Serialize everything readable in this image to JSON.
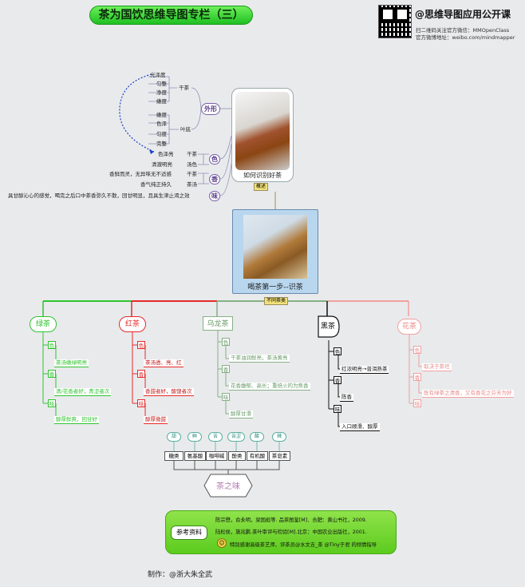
{
  "header": {
    "title": "茶为国饮思维导图专栏（三）",
    "brand": "@思维导图应用公开课",
    "brand_line1": "扫二维码关注官方微信：MMOpenClass",
    "brand_line2": "官方微博地址：weibo.com/mindmapper"
  },
  "top_section": {
    "card_label": "如何识别好茶",
    "card_tag": "概述",
    "branches": {
      "appearance": "外形",
      "color": "色",
      "aroma": "香",
      "taste": "味"
    },
    "dry_tea": "干茶",
    "leaf_base": "叶底",
    "dry_items": [
      "光泽度",
      "匀整",
      "净度",
      "嫩度"
    ],
    "leaf_items": [
      "嫩度",
      "色泽",
      "匀度",
      "完整"
    ],
    "color_rows": [
      {
        "text": "色泽亮",
        "tag": "干茶"
      },
      {
        "text": "清澈明亮",
        "tag": "汤色"
      }
    ],
    "aroma_rows": [
      {
        "text": "香鲜而灵，无异味无不适感",
        "tag": "干茶"
      },
      {
        "text": "香气纯正持久",
        "tag": "茶汤"
      }
    ],
    "taste_text": "具甘醇沁心的感觉，喝完之后口中茶香弥久不散，回甘明显，且具生津止渴之效"
  },
  "middle": {
    "card_label": "喝茶第一步--识茶",
    "tag": "不同茶类"
  },
  "categories": [
    {
      "name": "绿茶",
      "color": "#2fc42f",
      "attrs": [
        "色",
        "香",
        "味"
      ],
      "notes": [
        "茶汤嫩绿明亮",
        "清/花香者好，青涩者次",
        "醇厚鲜爽，回甘好"
      ]
    },
    {
      "name": "红茶",
      "color": "#e52a2a",
      "attrs": [
        "色",
        "香",
        "味"
      ],
      "notes": [
        "茶汤透、亮、红",
        "香甜者好，酸馊者次",
        "醇厚微甜"
      ]
    },
    {
      "name": "乌龙茶",
      "color": "#86b086",
      "attrs": [
        "色",
        "香",
        "味"
      ],
      "notes": [
        "干茶油润鲜亮，茶汤黄亮",
        "花香馥郁、高长；重焙火的为焦香",
        "醇厚甘滑"
      ]
    },
    {
      "name": "黑茶",
      "color": "#111111",
      "attrs": [
        "色",
        "香",
        "味"
      ],
      "notes": [
        "红浓明亮→普洱熟茶",
        "陈香",
        "入口顺滑、醇厚"
      ]
    },
    {
      "name": "花茶",
      "color": "#f0a0a0",
      "attrs": [
        "色",
        "香",
        "味"
      ],
      "notes": [
        "取决于茶坯",
        "既有绿茶之清香，又有香花之芬芳为好",
        ""
      ]
    }
  ],
  "components": {
    "items": [
      "糖类",
      "氨基酸",
      "咖啡碱",
      "酚类",
      "有机酸",
      "茶皂素"
    ],
    "effects": [
      "甜",
      "鲜",
      "苦",
      "苦涩",
      "酸",
      "辣"
    ],
    "center": "茶之味"
  },
  "references": {
    "label": "参考资料",
    "lines": [
      "陈宗懋，俞永明，梁国彪等. 品茶图鉴[M]．合肥：黄山书社，2009.",
      "陆松侯，施兆鹏.茶叶审评与检验[M].北京：中国农业出版社，2001.",
      "特别感谢高级茶艺师、评茶员@水文吉_茶 @Tiny于君 的倾情指导"
    ]
  },
  "credit": "制作：@浙大朱全武"
}
